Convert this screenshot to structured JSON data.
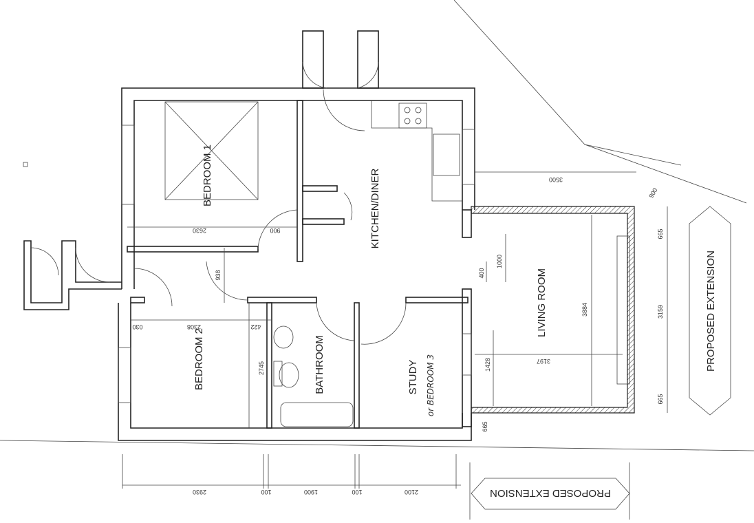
{
  "rooms": {
    "bedroom1": "BEDROOM 1",
    "kitchen": "KITCHEN/DINER",
    "living": "LIVING ROOM",
    "bedroom2": "BEDROOM 2",
    "bathroom": "BATHROOM",
    "study": "STUDY",
    "study_note": "or BEDROOM 3"
  },
  "extension_labels": {
    "right": "PROPOSED EXTENSION",
    "bottom": "PROPOSED EXTENSION"
  },
  "dimensions": {
    "bed1_width": "2630",
    "door_900": "900",
    "kitchen_3500": "3500",
    "diag_900": "900",
    "ext_665_top": "665",
    "ext_3159": "3159",
    "ext_665_bottom": "665",
    "living_1000": "1000",
    "living_400": "400",
    "living_3884": "3884",
    "living_3197": "3197",
    "living_1428": "1428",
    "hall_938": "938",
    "bed2_2308": "2308",
    "bath_422": "422",
    "bed2_030": "030",
    "bed2_2745": "2745",
    "study_665": "665",
    "bottom_2930": "2930",
    "bottom_100a": "100",
    "bottom_1900": "1900",
    "bottom_100b": "100",
    "bottom_2100": "2100"
  }
}
